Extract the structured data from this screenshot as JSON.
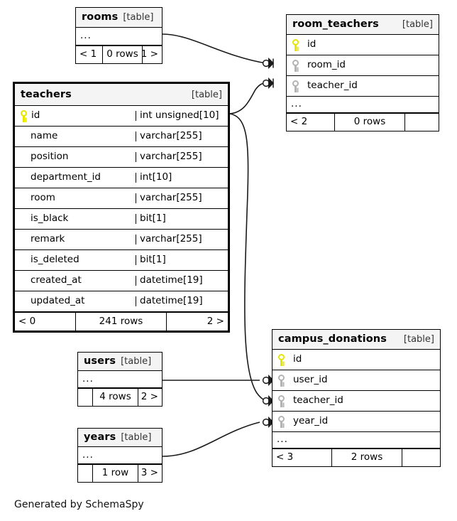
{
  "diagram": {
    "title": "SchemaSpy relationships diagram",
    "credit": "Generated by SchemaSpy",
    "table_tag": "[table]",
    "ellipsis": "...",
    "colors": {
      "primary_key": "#e6e600",
      "foreign_key": "#b3b3b3",
      "header_bg": "#f4f4f4",
      "border": "#000000",
      "background": "#ffffff"
    }
  },
  "tables": [
    {
      "id": "rooms",
      "name": "rooms",
      "tag": "[table]",
      "focal": false,
      "columns": [],
      "has_ellipsis_row": true,
      "footer": {
        "left": "< 1",
        "center": "0 rows",
        "right": "1 >"
      }
    },
    {
      "id": "room_teachers",
      "name": "room_teachers",
      "tag": "[table]",
      "focal": false,
      "columns": [
        {
          "name": "id",
          "key": "primary",
          "type": ""
        },
        {
          "name": "room_id",
          "key": "foreign",
          "type": ""
        },
        {
          "name": "teacher_id",
          "key": "foreign",
          "type": ""
        }
      ],
      "has_ellipsis_row": true,
      "footer": {
        "left": "< 2",
        "center": "0 rows",
        "right": ""
      }
    },
    {
      "id": "teachers",
      "name": "teachers",
      "tag": "[table]",
      "focal": true,
      "columns": [
        {
          "name": "id",
          "key": "primary",
          "type": "int unsigned[10]"
        },
        {
          "name": "name",
          "key": "none",
          "type": "varchar[255]"
        },
        {
          "name": "position",
          "key": "none",
          "type": "varchar[255]"
        },
        {
          "name": "department_id",
          "key": "none",
          "type": "int[10]"
        },
        {
          "name": "room",
          "key": "none",
          "type": "varchar[255]"
        },
        {
          "name": "is_black",
          "key": "none",
          "type": "bit[1]"
        },
        {
          "name": "remark",
          "key": "none",
          "type": "varchar[255]"
        },
        {
          "name": "is_deleted",
          "key": "none",
          "type": "bit[1]"
        },
        {
          "name": "created_at",
          "key": "none",
          "type": "datetime[19]"
        },
        {
          "name": "updated_at",
          "key": "none",
          "type": "datetime[19]"
        }
      ],
      "has_ellipsis_row": false,
      "footer": {
        "left": "< 0",
        "center": "241 rows",
        "right": "2 >"
      }
    },
    {
      "id": "campus_donations",
      "name": "campus_donations",
      "tag": "[table]",
      "focal": false,
      "columns": [
        {
          "name": "id",
          "key": "primary",
          "type": ""
        },
        {
          "name": "user_id",
          "key": "foreign",
          "type": ""
        },
        {
          "name": "teacher_id",
          "key": "foreign",
          "type": ""
        },
        {
          "name": "year_id",
          "key": "foreign",
          "type": ""
        }
      ],
      "has_ellipsis_row": true,
      "footer": {
        "left": "< 3",
        "center": "2 rows",
        "right": ""
      }
    },
    {
      "id": "users",
      "name": "users",
      "tag": "[table]",
      "focal": false,
      "columns": [],
      "has_ellipsis_row": true,
      "footer": {
        "left": "",
        "center": "4 rows",
        "right": "2 >"
      }
    },
    {
      "id": "years",
      "name": "years",
      "tag": "[table]",
      "focal": false,
      "columns": [],
      "has_ellipsis_row": true,
      "footer": {
        "left": "",
        "center": "1 row",
        "right": "3 >"
      }
    }
  ],
  "relationships": [
    {
      "from": "rooms",
      "to": "room_teachers.room_id",
      "cardinality": "zero-or-many"
    },
    {
      "from": "teachers.id",
      "to": "room_teachers.teacher_id",
      "cardinality": "zero-or-many"
    },
    {
      "from": "teachers.id",
      "to": "campus_donations.teacher_id",
      "cardinality": "zero-or-many"
    },
    {
      "from": "users",
      "to": "campus_donations.user_id",
      "cardinality": "zero-or-many"
    },
    {
      "from": "years",
      "to": "campus_donations.year_id",
      "cardinality": "zero-or-many"
    }
  ]
}
